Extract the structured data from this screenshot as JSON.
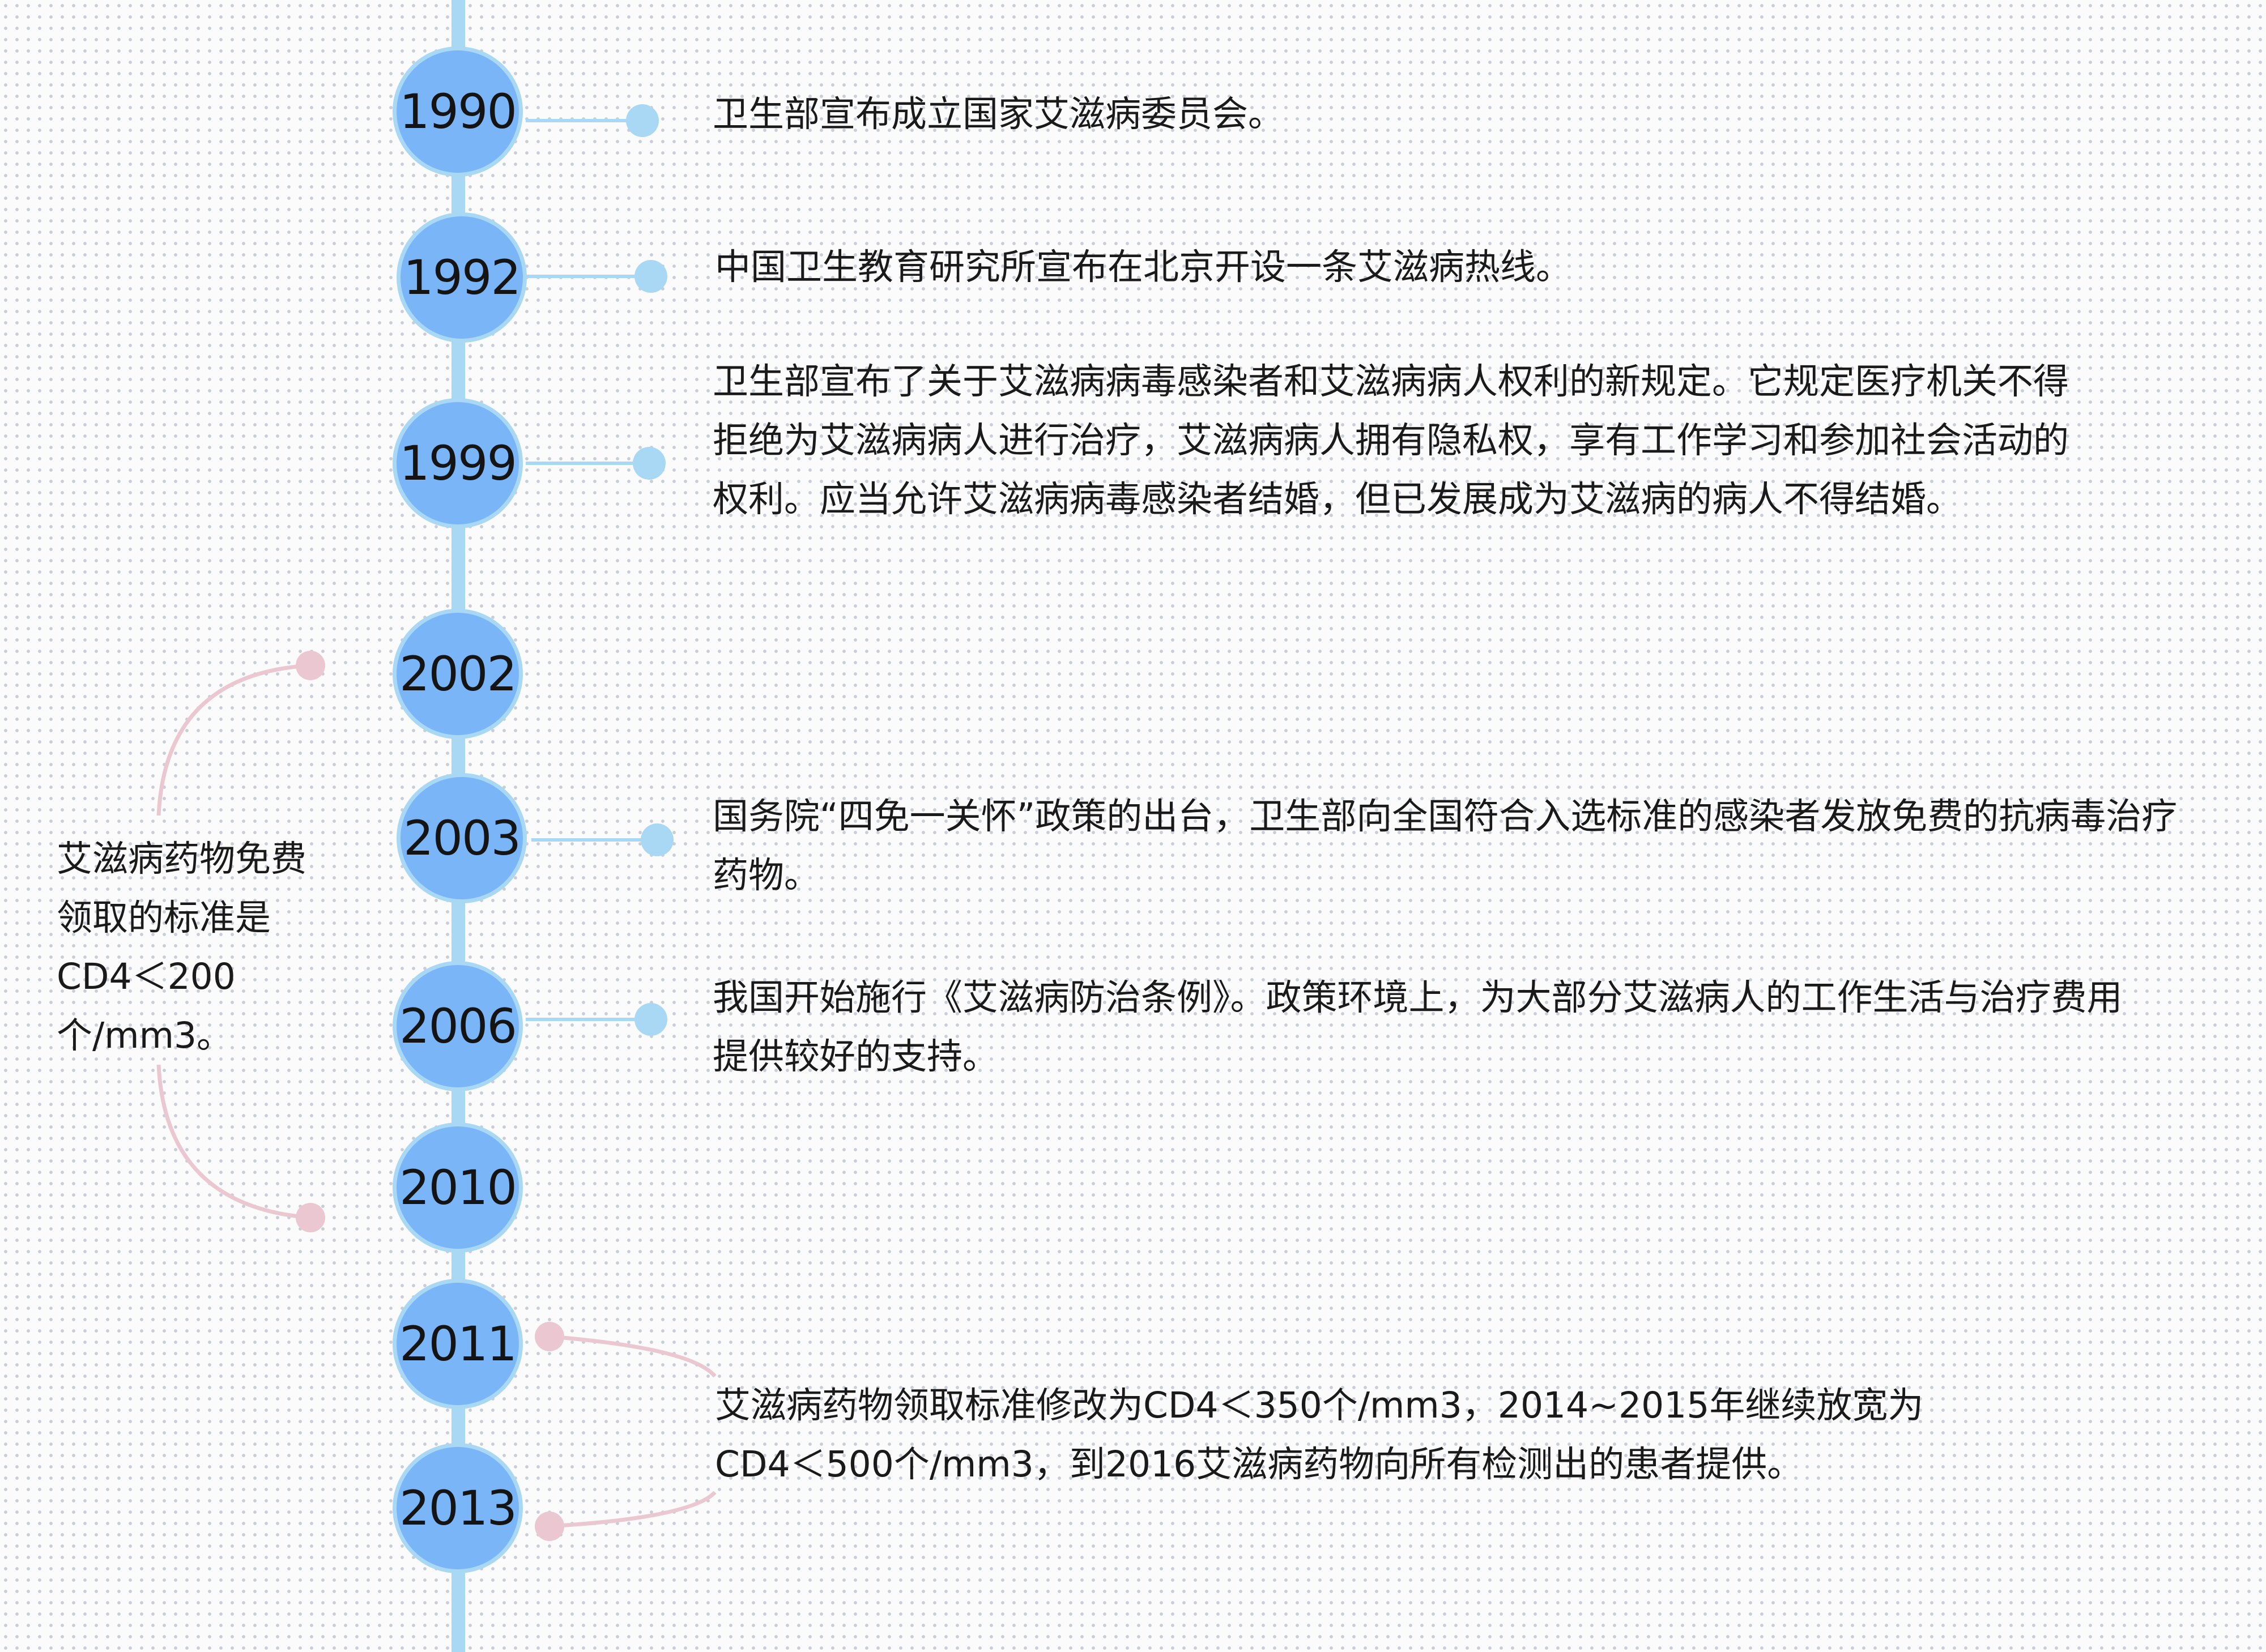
{
  "timeline": [
    {
      "year": "1990",
      "text": "卫生部宣布成立国家艾滋病委员会。"
    },
    {
      "year": "1992",
      "text": "中国卫生教育研究所宣布在北京开设一条艾滋病热线。"
    },
    {
      "year": "1999",
      "text": "卫生部宣布了关于艾滋病病毒感染者和艾滋病病人权利的新规定。它规定医疗机关不得拒绝为艾滋病病人进行治疗，艾滋病病人拥有隐私权，享有工作学习和参加社会活动的权利。应当允许艾滋病病毒感染者结婚，但已发展成为艾滋病的病人不得结婚。"
    },
    {
      "year": "2002",
      "text": ""
    },
    {
      "year": "2003",
      "text": "国务院“四免一关怀”政策的出台，卫生部向全国符合入选标准的感染者发放免费的抗病毒治疗药物。"
    },
    {
      "year": "2006",
      "text": "我国开始施行《艾滋病防治条例》。政策环境上，为大部分艾滋病人的工作生活与治疗费用提供较好的支持。"
    },
    {
      "year": "2010",
      "text": ""
    },
    {
      "year": "2011",
      "text": ""
    },
    {
      "year": "2013",
      "text": ""
    }
  ],
  "side_note_2002_2010": "艾滋病药物免费领取的标准是CD4＜200个/mm3。",
  "span_note_2011_2013": "艾滋病药物领取标准修改为CD4＜350个/mm3，2014~2015年继续放宽为CD4＜500个/mm3，到2016艾滋病药物向所有检测出的患者提供。",
  "colors": {
    "node_fill": "#7ab5f8",
    "spine": "#a9d8f5",
    "connector_pink": "#ebc7d1",
    "text": "#1a1a1a"
  }
}
